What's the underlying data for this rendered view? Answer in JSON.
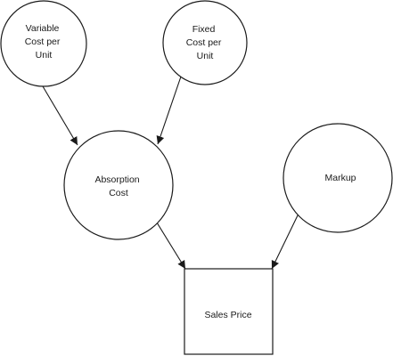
{
  "diagram": {
    "nodes": [
      {
        "id": "variable",
        "label_lines": [
          "Variable",
          "Cost per",
          "Unit"
        ]
      },
      {
        "id": "fixed",
        "label_lines": [
          "Fixed",
          "Cost per",
          "Unit"
        ]
      },
      {
        "id": "absorption",
        "label_lines": [
          "Absorption",
          "Cost"
        ]
      },
      {
        "id": "markup",
        "label_lines": [
          "Markup"
        ]
      },
      {
        "id": "sales",
        "label_lines": [
          "Sales Price"
        ]
      }
    ],
    "edges": [
      {
        "from": "variable",
        "to": "absorption"
      },
      {
        "from": "fixed",
        "to": "absorption"
      },
      {
        "from": "absorption",
        "to": "sales"
      },
      {
        "from": "markup",
        "to": "sales"
      }
    ]
  }
}
